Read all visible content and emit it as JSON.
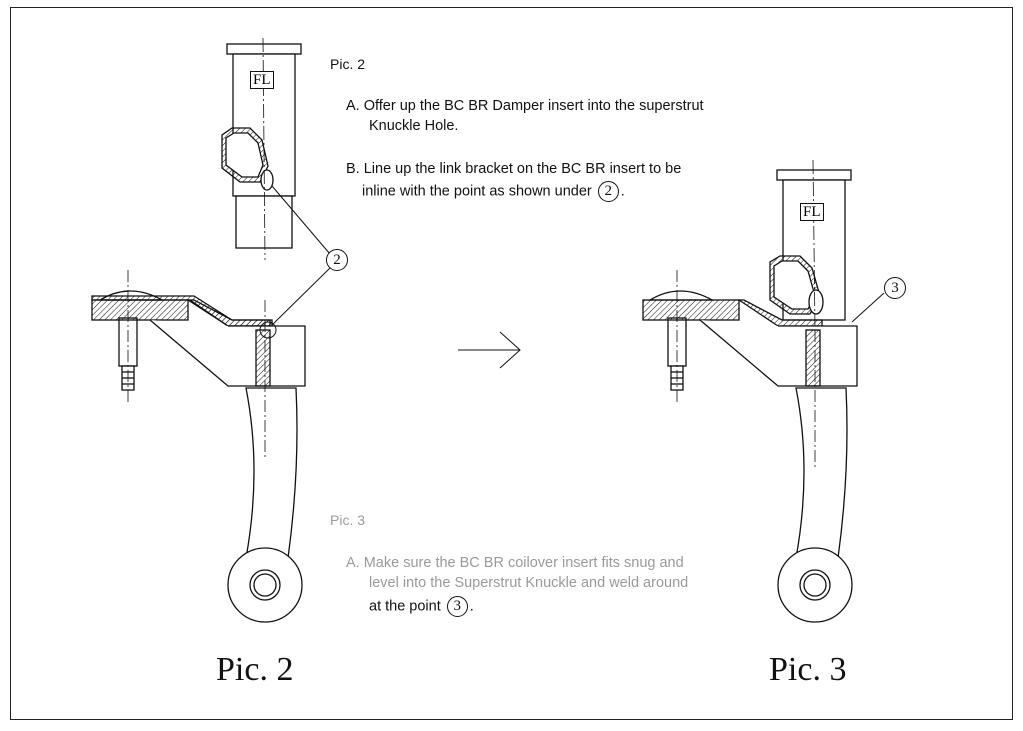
{
  "pic2": {
    "heading": "Pic. 2",
    "step_a_line1": "A. Offer up the BC BR Damper insert into the superstrut",
    "step_a_line2": "Knuckle Hole.",
    "step_b_line1": "B. Line up the link bracket on the BC BR insert to be",
    "step_b_line2_pre": "inline with the  point as shown under",
    "step_b_marker": "2",
    "step_b_line2_post": ".",
    "callout": "2",
    "fl_label": "FL",
    "caption": "Pic. 2"
  },
  "pic3": {
    "heading": "Pic. 3",
    "step_a_line1": "A. Make sure the BC BR coilover insert fits snug and",
    "step_a_line2": "level into the Superstrut Knuckle and weld around",
    "step_a_line3_pre": "at the point",
    "step_a_marker": "3",
    "step_a_line3_post": ".",
    "callout": "3",
    "fl_label": "FL",
    "caption": "Pic. 3"
  },
  "colors": {
    "ink": "#111111",
    "faded_text": "#9a9a9a"
  }
}
